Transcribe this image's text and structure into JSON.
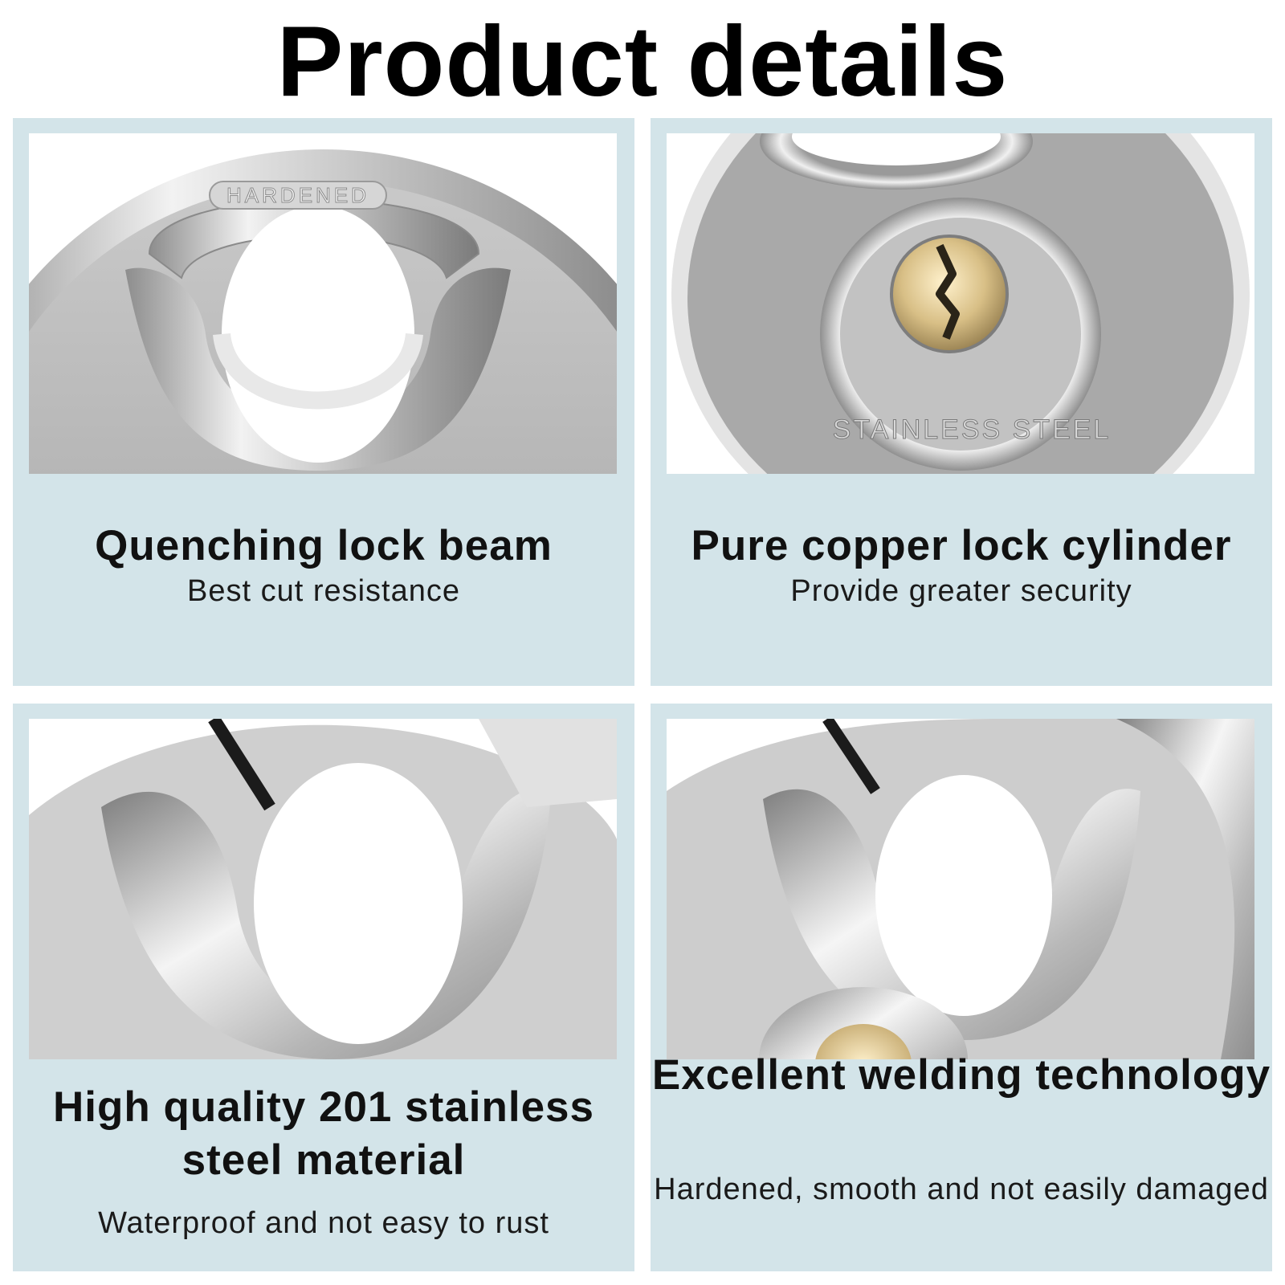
{
  "page": {
    "title": "Product details"
  },
  "cards": [
    {
      "title": "Quenching lock beam",
      "subtitle": "Best cut resistance",
      "engraving": "HARDENED"
    },
    {
      "title": "Pure copper lock cylinder",
      "subtitle": "Provide greater security",
      "engraving": "STAINLESS STEEL"
    },
    {
      "title": "High quality 201 stainless steel material",
      "subtitle": "Waterproof and not easy to rust"
    },
    {
      "title": "Excellent welding technology",
      "subtitle": "Hardened, smooth and not easily damaged"
    }
  ],
  "colors": {
    "card_background": "#d3e4e9",
    "text": "#111111",
    "steel": "#b8b8b8",
    "brass": "#d8bf86"
  }
}
